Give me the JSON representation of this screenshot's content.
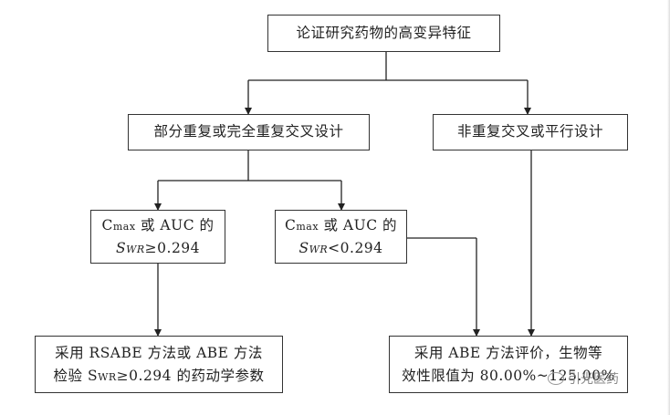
{
  "nodes": {
    "top": "论证研究药物的高变异特征",
    "left_mid": "部分重复或完全重复交叉设计",
    "right_mid": "非重复交叉或平行设计",
    "cond_ge": {
      "line1_c": "C",
      "line1_sub": "max",
      "line1_rest": " 或 AUC 的",
      "line2_var": "S",
      "line2_sub": "WR",
      "line2_rest": "≥0.294"
    },
    "cond_lt": {
      "line1_c": "C",
      "line1_sub": "max",
      "line1_rest": " 或 AUC 的",
      "line2_var": "S",
      "line2_sub": "WR",
      "line2_rest": "<0.294"
    },
    "bottom_left": {
      "line1": "采用 RSABE 方法或 ABE 方法",
      "line2_pre": "检验 S",
      "line2_sub": "WR",
      "line2_rest": "≥0.294 的药动学参数"
    },
    "bottom_right": {
      "line1": "采用 ABE 方法评价，生物等",
      "line2": "效性限值为 80.00%~125.00%"
    }
  },
  "watermark": {
    "icon": "wechat-icon",
    "text": "引光医药"
  }
}
